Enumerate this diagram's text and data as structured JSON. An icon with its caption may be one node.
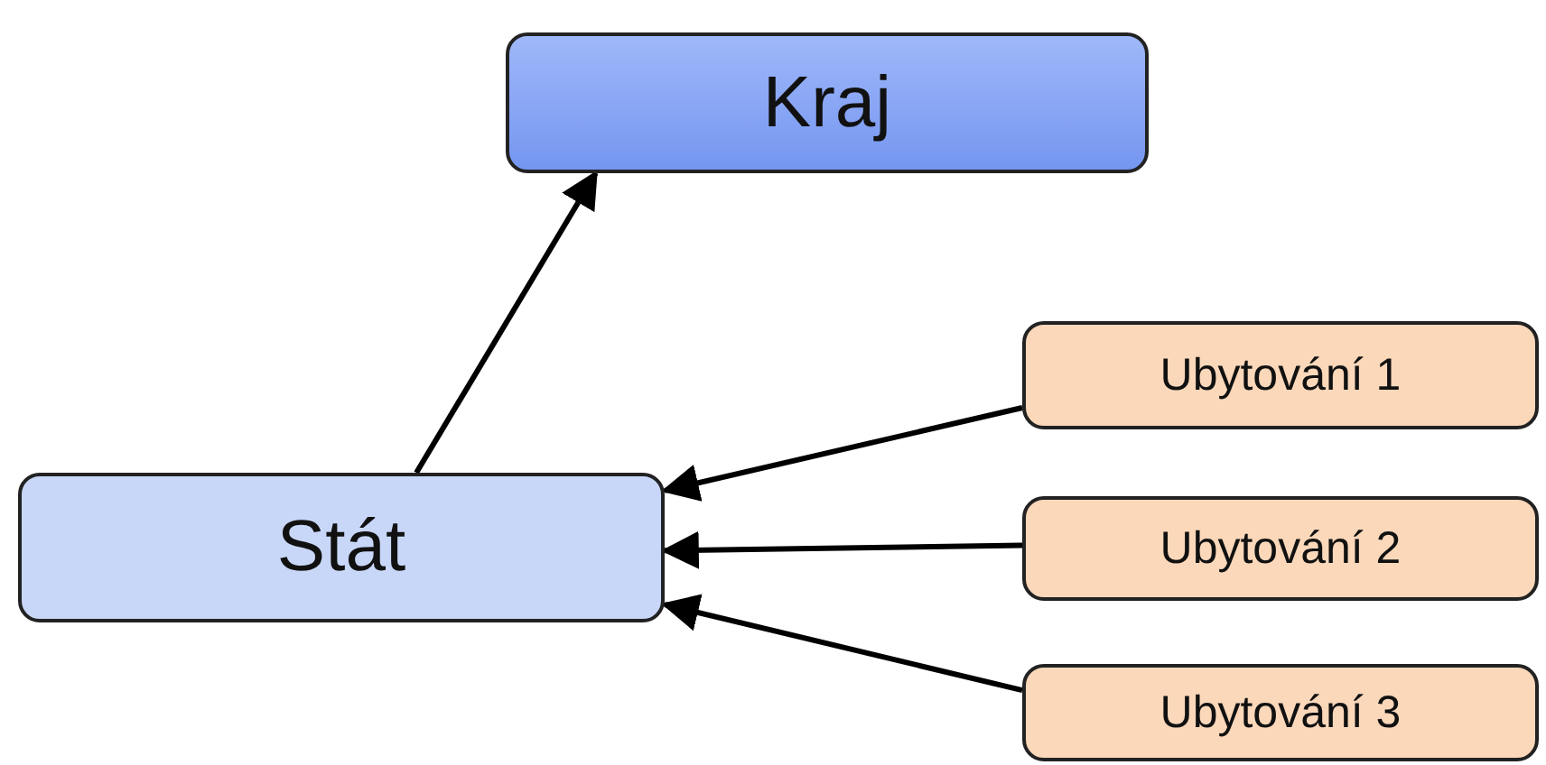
{
  "diagram": {
    "nodes": [
      {
        "text": [
          "Kraj"
        ]
      },
      {
        "text": [
          "Stát"
        ]
      },
      {
        "text": [
          "Ubytování 1"
        ]
      },
      {
        "text": [
          "Ubytování 2"
        ]
      },
      {
        "text": [
          "Ubytování 3"
        ]
      }
    ],
    "edges": [
      {
        "from": 1,
        "to": 0,
        "arrow": "to"
      },
      {
        "from": 2,
        "to": 1,
        "arrow": "to"
      },
      {
        "from": 3,
        "to": 1,
        "arrow": "to"
      },
      {
        "from": 4,
        "to": 1,
        "arrow": "to"
      }
    ]
  }
}
